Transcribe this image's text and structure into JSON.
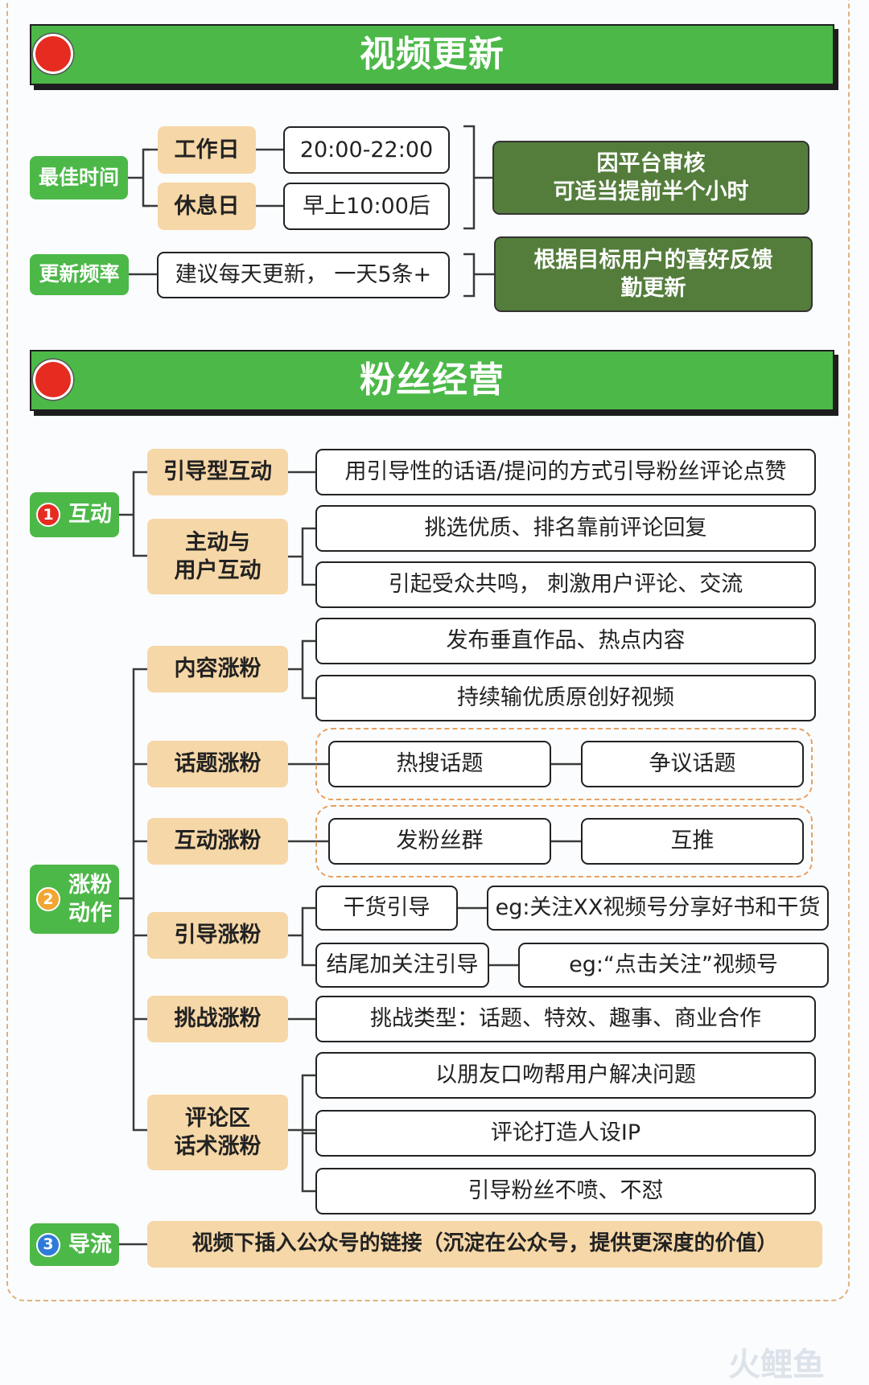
{
  "sections": [
    {
      "title": "视频更新"
    },
    {
      "title": "粉丝经营"
    }
  ],
  "video_update": {
    "best_time": {
      "label": "最佳时间",
      "workday": {
        "label": "工作日",
        "time": "20:00-22:00"
      },
      "restday": {
        "label": "休息日",
        "time": "早上10:00后"
      },
      "note": "因平台审核\n可适当提前半个小时"
    },
    "frequency": {
      "label": "更新频率",
      "value": "建议每天更新， 一天5条+",
      "note": "根据目标用户的喜好反馈\n勤更新"
    }
  },
  "fan_ops": {
    "interaction": {
      "number": "1",
      "label": "互动",
      "items": [
        {
          "label": "引导型互动",
          "details": [
            "用引导性的话语/提问的方式引导粉丝评论点赞"
          ]
        },
        {
          "label": "主动与\n用户互动",
          "details": [
            "挑选优质、排名靠前评论回复",
            "引起受众共鸣， 刺激用户评论、交流"
          ]
        }
      ]
    },
    "growth": {
      "number": "2",
      "label": "涨粉\n动作",
      "content": {
        "label": "内容涨粉",
        "details": [
          "发布垂直作品、热点内容",
          "持续输优质原创好视频"
        ]
      },
      "topic": {
        "label": "话题涨粉",
        "details": [
          "热搜话题",
          "争议话题"
        ]
      },
      "interact": {
        "label": "互动涨粉",
        "details": [
          "发粉丝群",
          "互推"
        ]
      },
      "guide": {
        "label": "引导涨粉",
        "rows": [
          {
            "method": "干货引导",
            "example": "eg:关注XX视频号分享好书和干货"
          },
          {
            "method": "结尾加关注引导",
            "example": "eg:“点击关注”视频号"
          }
        ]
      },
      "challenge": {
        "label": "挑战涨粉",
        "details": [
          "挑战类型：话题、特效、趣事、商业合作"
        ]
      },
      "comment": {
        "label": "评论区\n话术涨粉",
        "details": [
          "以朋友口吻帮用户解决问题",
          "评论打造人设IP",
          "引导粉丝不喷、不怼"
        ]
      }
    },
    "traffic": {
      "number": "3",
      "label": "导流",
      "detail": "视频下插入公众号的链接（沉淀在公众号，提供更深度的价值）"
    }
  },
  "watermark": "火鲤鱼",
  "colors": {
    "green": "#4cb848",
    "dark_green": "#547d3c",
    "tan": "#f6d7a7",
    "red": "#e62b20",
    "orange": "#f2a531",
    "blue": "#2f7ad9",
    "dashed": "#e0b27a"
  }
}
